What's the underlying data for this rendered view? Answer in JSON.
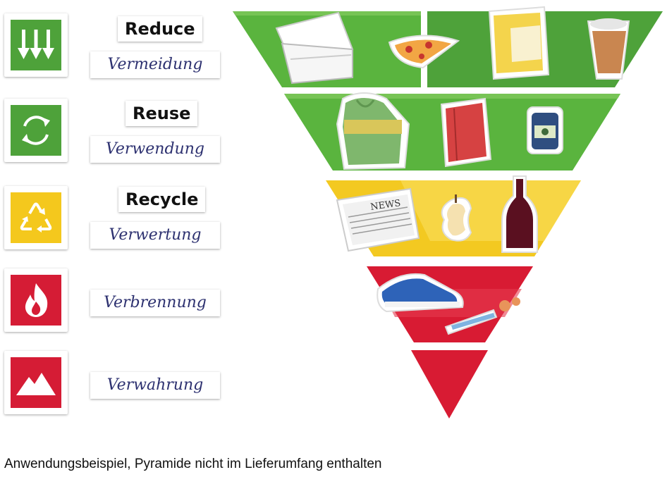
{
  "levels": [
    {
      "english": "Reduce",
      "german": "Vermeidung",
      "icon": "down-arrows-icon",
      "color": "#4ea23a"
    },
    {
      "english": "Reuse",
      "german": "Verwendung",
      "icon": "circular-arrows-icon",
      "color": "#4ea23a"
    },
    {
      "english": "Recycle",
      "german": "Verwertung",
      "icon": "recycle-icon",
      "color": "#f4c81d"
    },
    {
      "english": "",
      "german": "Verbrennung",
      "icon": "flame-icon",
      "color": "#d51c35"
    },
    {
      "english": "",
      "german": "Verwahrung",
      "icon": "mountain-icon",
      "color": "#d51c35"
    }
  ],
  "pyramid": {
    "colors": {
      "green": "#5ab43e",
      "green_light": "#77c455",
      "yellow": "#f3c921",
      "yellow_light": "#f8dc55",
      "red": "#d81b33",
      "red_light": "#e63b4f"
    },
    "items": [
      "takeaway-box",
      "pizza-slice",
      "cereal-box",
      "paper-cup",
      "hoodie",
      "book",
      "jar",
      "newspaper",
      "apple-core",
      "bottle",
      "sneaker",
      "pencil-shavings"
    ],
    "newspaper_text": "NEWS"
  },
  "caption": "Anwendungsbeispiel, Pyramide nicht im Lieferumfang enthalten"
}
